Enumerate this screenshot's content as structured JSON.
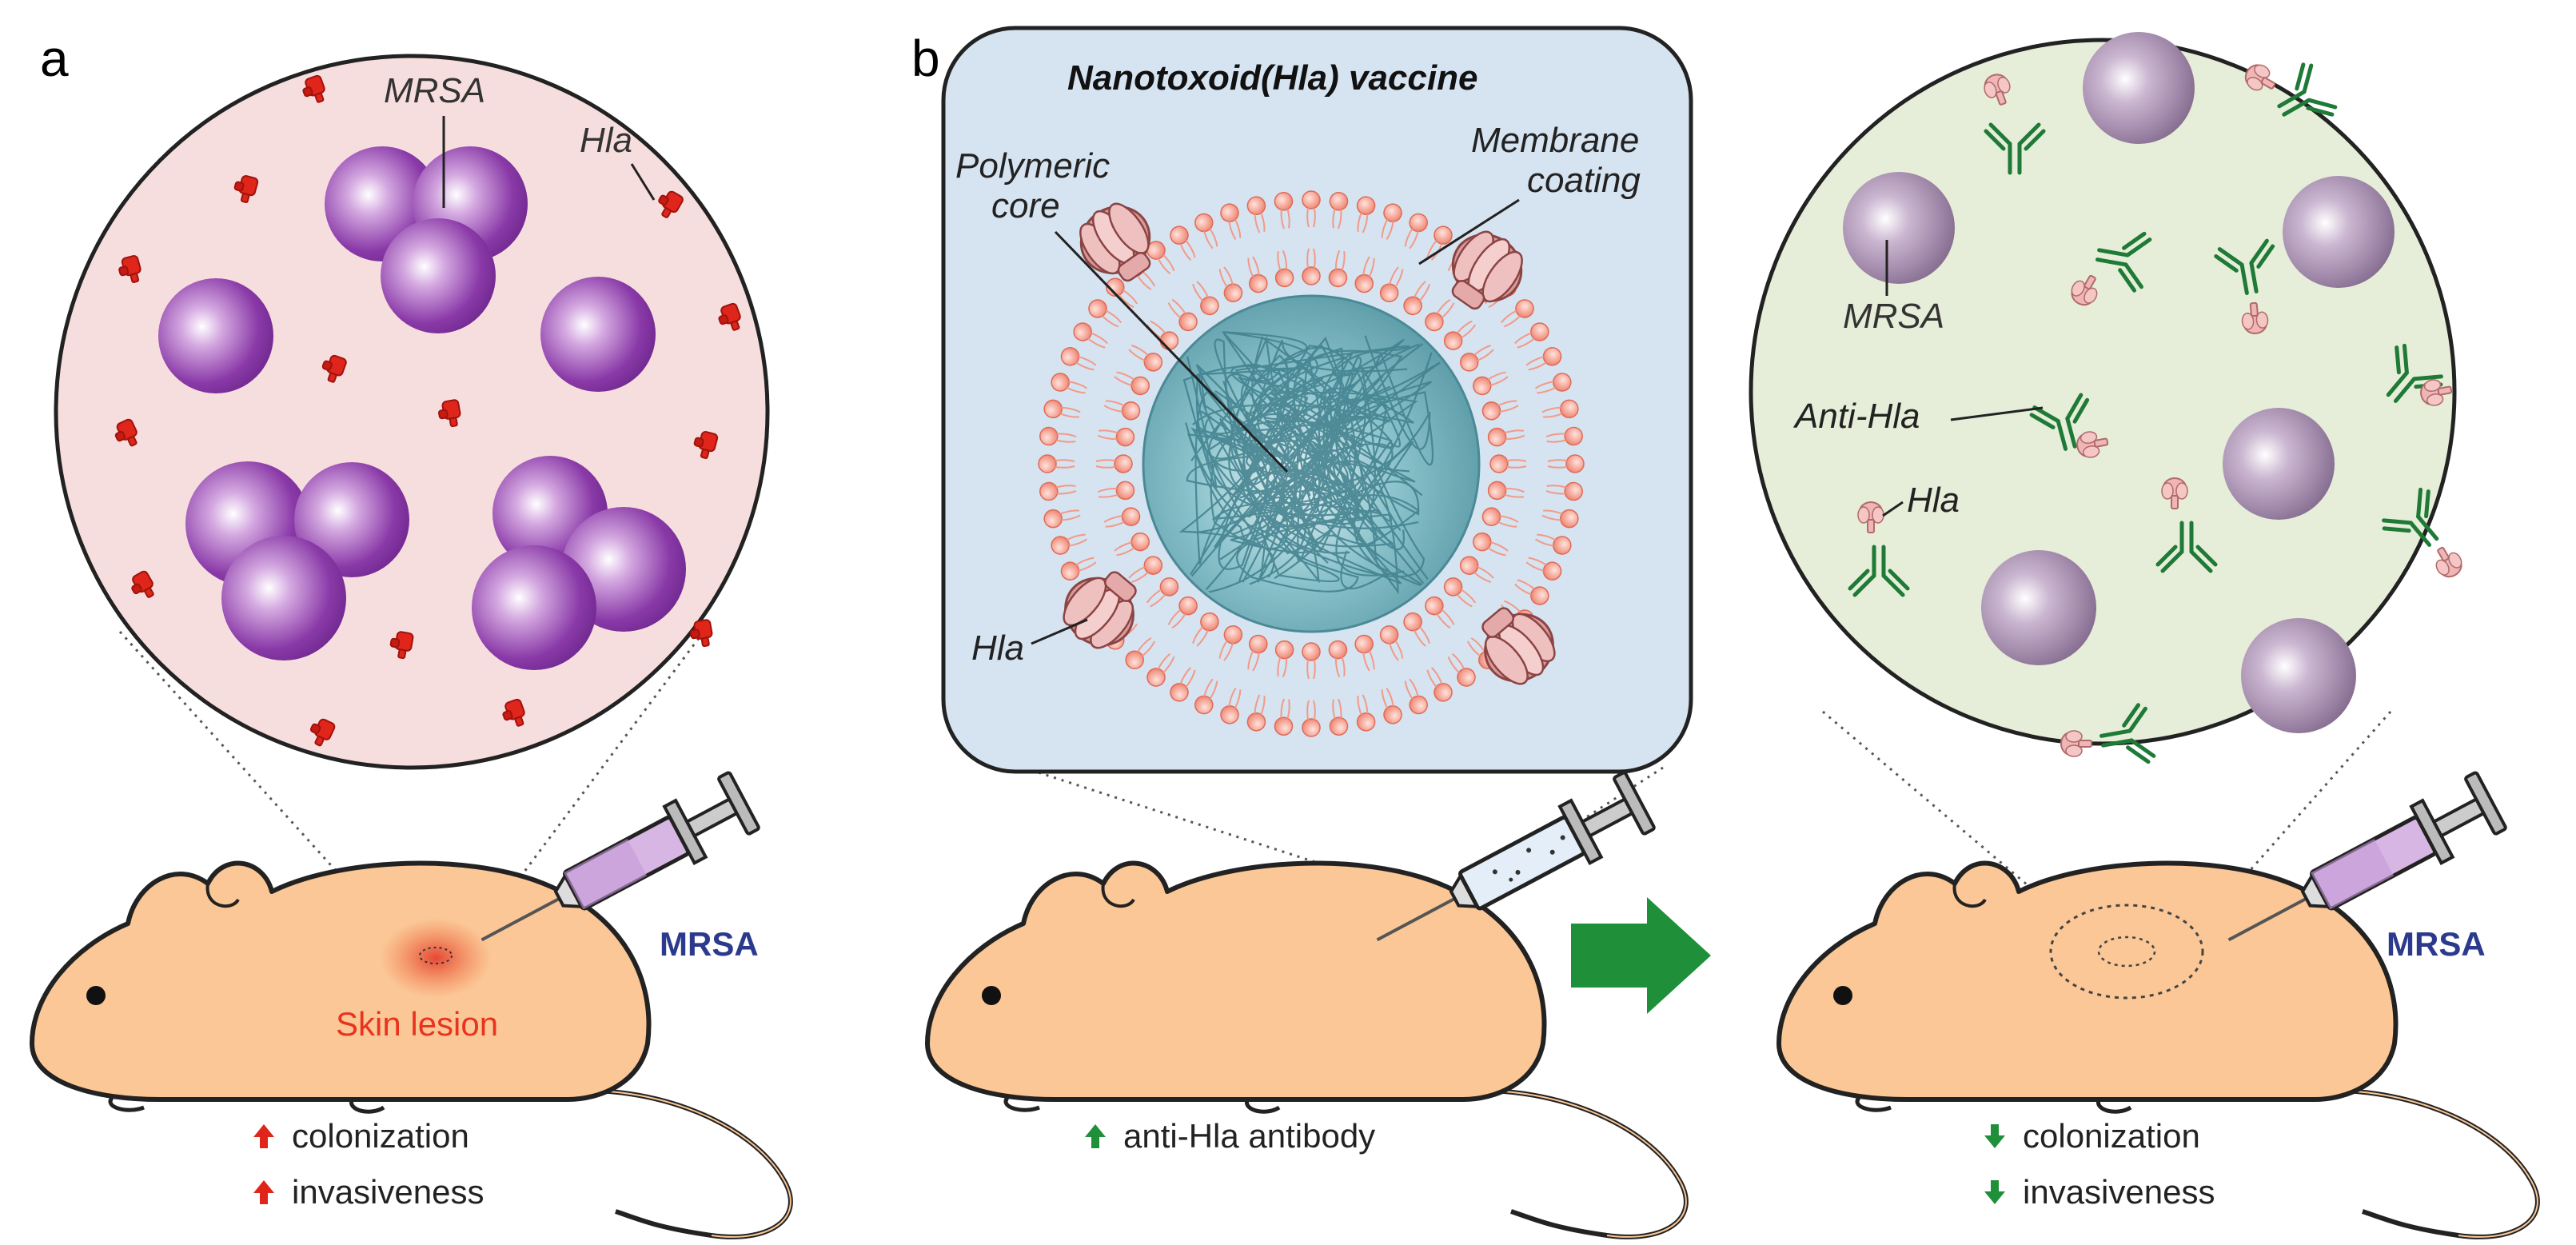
{
  "panel_a": {
    "letter": "a",
    "callouts": {
      "mrsa": "MRSA",
      "hla": "Hla"
    },
    "injection_label": "MRSA",
    "lesion_label": "Skin lesion",
    "outcomes": [
      "colonization",
      "invasiveness"
    ],
    "outcome_direction": "up"
  },
  "panel_b": {
    "letter": "b",
    "vaccine_title": "Nanotoxoid(Hla) vaccine",
    "vaccine_callouts": {
      "core_line1": "Polymeric",
      "core_line2": "core",
      "membrane_line1": "Membrane",
      "membrane_line2": "coating",
      "hla": "Hla"
    },
    "vaccinated_outcome": "anti-Hla antibody",
    "result_callouts": {
      "mrsa": "MRSA",
      "antibody": "Anti-Hla",
      "hla": "Hla"
    },
    "injection_label": "MRSA",
    "outcomes": [
      "colonization",
      "invasiveness"
    ],
    "outcome_direction": "down"
  },
  "colors": {
    "infected_bg": "#f7dede",
    "vaccine_bg": "#d6e3f0",
    "protected_bg": "#e6edd8",
    "mrsa_purple": "#8a3aa8",
    "mrsa_grey": "#a78eb0",
    "hla_red": "#e0251b",
    "hla_pink": "#f0b6b6",
    "antibody_green": "#1e7a36",
    "mouse": "#fbc796",
    "mrsa_label": "#2b3a8c",
    "lesion_label": "#e8341f",
    "arrow_green": "#1f8f3a"
  },
  "icons": [
    "mrsa-cell-icon",
    "hla-toxin-icon",
    "antibody-icon",
    "syringe-icon",
    "mouse-icon",
    "up-arrow-icon",
    "down-arrow-icon",
    "process-arrow-icon"
  ]
}
